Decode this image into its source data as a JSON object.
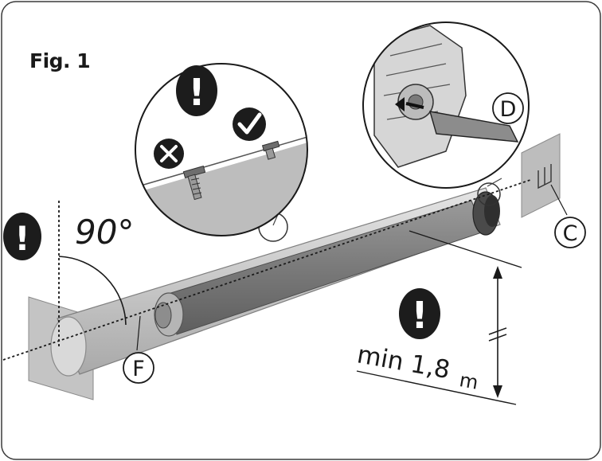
{
  "figure": {
    "label": "Fig. 1",
    "angle_label": "90°",
    "distance_value": "min 1,8",
    "distance_unit": "m",
    "callouts": {
      "c": "C",
      "d": "D",
      "f": "F"
    },
    "warning_symbol": "!",
    "icons": [
      "exclamation-icon",
      "checkmark-icon",
      "cross-icon",
      "screw-icon"
    ],
    "colors": {
      "frame": "#3a3a3a",
      "tube": "#bdbdbd",
      "motor": "#7d7d7d",
      "bracket": "#a3a3a3",
      "badge": "#1c1c1c"
    }
  }
}
